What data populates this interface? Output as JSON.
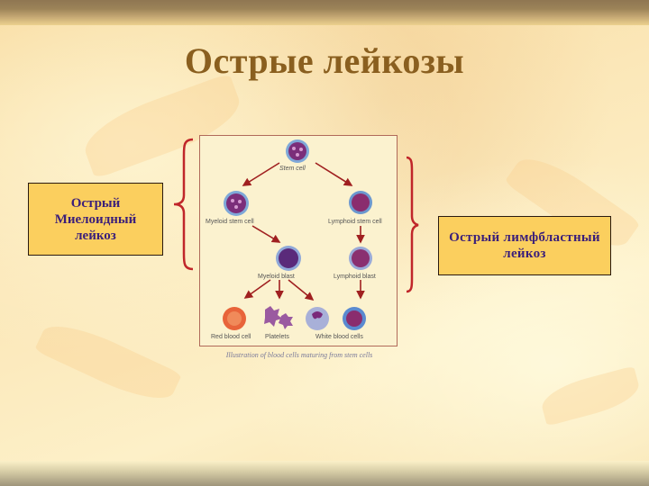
{
  "slide": {
    "title": "Острые лейкозы",
    "left_box": {
      "lines": [
        "Острый",
        "Миелоидный",
        "лейкоз"
      ]
    },
    "right_box": {
      "lines": [
        "Острый лимфбластный",
        "лейкоз"
      ]
    },
    "figure": {
      "cells": {
        "stem": "Stem cell",
        "myeloid_stem": "Myeloid stem cell",
        "lymphoid_stem": "Lymphoid stem cell",
        "myeloid_blast": "Myeloid blast",
        "lymphoid_blast": "Lymphoid blast",
        "rbc": "Red blood cell",
        "platelets": "Platelets",
        "wbc": "White blood cells"
      },
      "caption": "Illustration of blood cells maturing from stem cells"
    },
    "colors": {
      "title": "#8a5f1f",
      "box_fill": "#fbcf5e",
      "box_text": "#3b1f7a",
      "brace": "#c0262a"
    }
  }
}
